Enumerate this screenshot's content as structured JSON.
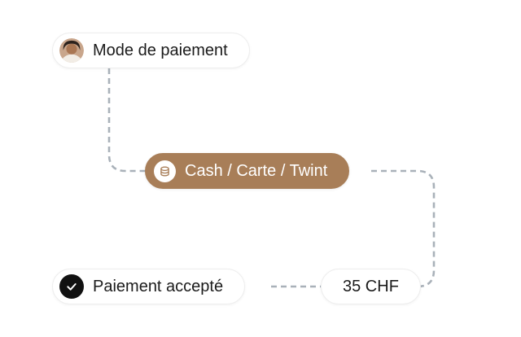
{
  "nodes": {
    "payment_mode": {
      "label": "Mode de paiement"
    },
    "methods": {
      "label": "Cash / Carte / Twint"
    },
    "accepted": {
      "label": "Paiement accepté"
    },
    "amount": {
      "label": "35 CHF"
    }
  },
  "icons": {
    "avatar": "user-avatar-photo",
    "coins": "coins-stack-icon",
    "check": "check-badge-icon"
  },
  "colors": {
    "methods_pill_bg": "#a87e58",
    "connector": "#a9b1b9",
    "pill_border": "#ededed",
    "check_badge_bg": "#111111"
  }
}
